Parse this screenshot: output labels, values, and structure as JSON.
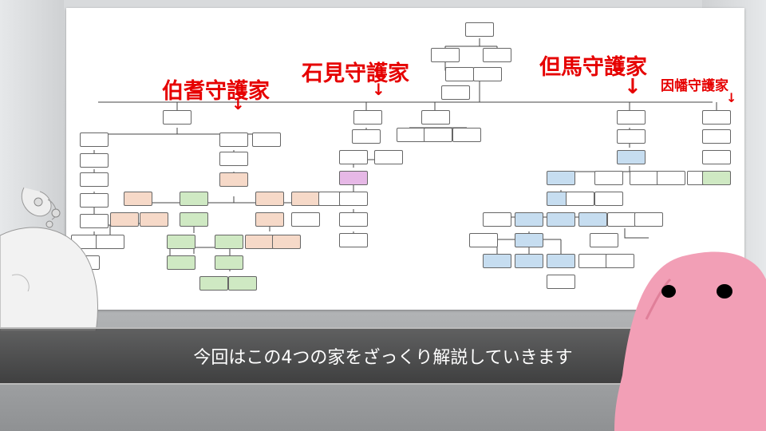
{
  "headings": {
    "hoki": "伯耆守護家",
    "iwami": "石見守護家",
    "tajima": "但馬守護家",
    "inaba": "因幡守護家"
  },
  "subtitle": "今回はこの4つの家をざっくり解説していきます",
  "colors": {
    "heading": "#e60000",
    "orange_node": "#f6d9c8",
    "green_node": "#cfe9c3",
    "blue_node": "#c6ddf0",
    "purple_node": "#e6b8e6",
    "mascot": "#f29fb6"
  },
  "icons": {
    "left_character": "ghost-character-icon",
    "right_character": "pink-blob-mascot-icon"
  }
}
